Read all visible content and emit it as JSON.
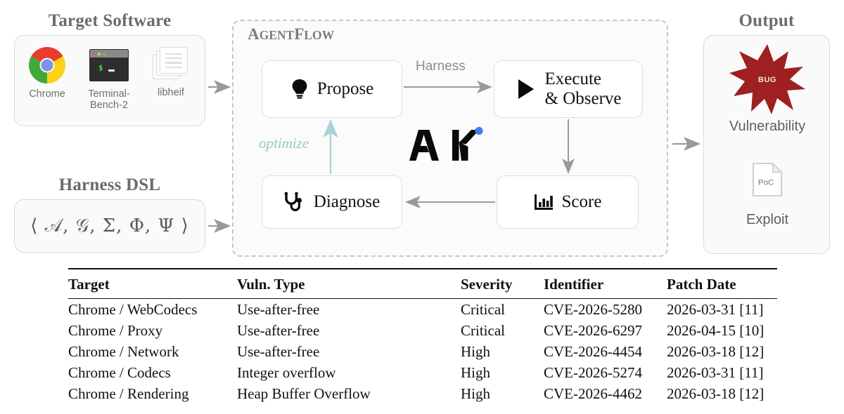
{
  "sections": {
    "target_software": {
      "title": "Target Software"
    },
    "harness_dsl": {
      "title": "Harness DSL",
      "tuple": "⟨ 𝒜, 𝒢, Σ, Φ, Ψ ⟩"
    },
    "output": {
      "title": "Output"
    }
  },
  "target_software": {
    "items": [
      {
        "label": "Chrome",
        "icon": "chrome-icon"
      },
      {
        "label": "Terminal-\nBench-2",
        "icon": "terminal-icon"
      },
      {
        "label": "libheif",
        "icon": "documents-icon"
      }
    ],
    "terminal": {
      "prompt": "$",
      "dots": [
        "#e0604f",
        "#e8c64a",
        "#6fbf5a"
      ]
    }
  },
  "agentflow": {
    "title_first": "A",
    "title_rest_1": "GENT",
    "title_second": "F",
    "title_rest_2": "LOW",
    "title_full": "AgentFlow",
    "nodes": [
      {
        "id": "propose",
        "label": "Propose",
        "icon": "lightbulb-icon"
      },
      {
        "id": "execute",
        "label": "Execute\n& Observe",
        "icon": "play-icon"
      },
      {
        "id": "score",
        "label": "Score",
        "icon": "bar-chart-icon"
      },
      {
        "id": "diagnose",
        "label": "Diagnose",
        "icon": "stethoscope-icon"
      }
    ],
    "edges": [
      {
        "from": "propose",
        "to": "execute",
        "label": "Harness"
      },
      {
        "from": "execute",
        "to": "score",
        "label": ""
      },
      {
        "from": "score",
        "to": "diagnose",
        "label": ""
      },
      {
        "from": "diagnose",
        "to": "propose",
        "label": "optimize"
      }
    ],
    "logos": [
      {
        "name": "anthropic-logo",
        "alt": "A\\"
      },
      {
        "name": "kimi-logo",
        "alt": "K"
      }
    ],
    "colors": {
      "optimize": "#93c6cc",
      "logo_dot": "#3b7ff0",
      "dashed_border": "#c6c6c6"
    }
  },
  "output": {
    "items": [
      {
        "label": "Vulnerability",
        "icon": "bug-star-icon",
        "badge": "BUG"
      },
      {
        "label": "Exploit",
        "icon": "poc-file-icon",
        "badge": "PoC"
      }
    ],
    "colors": {
      "bug_star": "#9e2020"
    }
  },
  "table": {
    "columns": [
      "Target",
      "Vuln. Type",
      "Severity",
      "Identifier",
      "Patch Date"
    ],
    "rows": [
      [
        "Chrome / WebCodecs",
        "Use-after-free",
        "Critical",
        "CVE-2026-5280",
        "2026-03-31 [11]"
      ],
      [
        "Chrome / Proxy",
        "Use-after-free",
        "Critical",
        "CVE-2026-6297",
        "2026-04-15 [10]"
      ],
      [
        "Chrome / Network",
        "Use-after-free",
        "High",
        "CVE-2026-4454",
        "2026-03-18 [12]"
      ],
      [
        "Chrome / Codecs",
        "Integer overflow",
        "High",
        "CVE-2026-5274",
        "2026-03-31 [11]"
      ],
      [
        "Chrome / Rendering",
        "Heap Buffer Overflow",
        "High",
        "CVE-2026-4462",
        "2026-03-18 [12]"
      ]
    ]
  }
}
